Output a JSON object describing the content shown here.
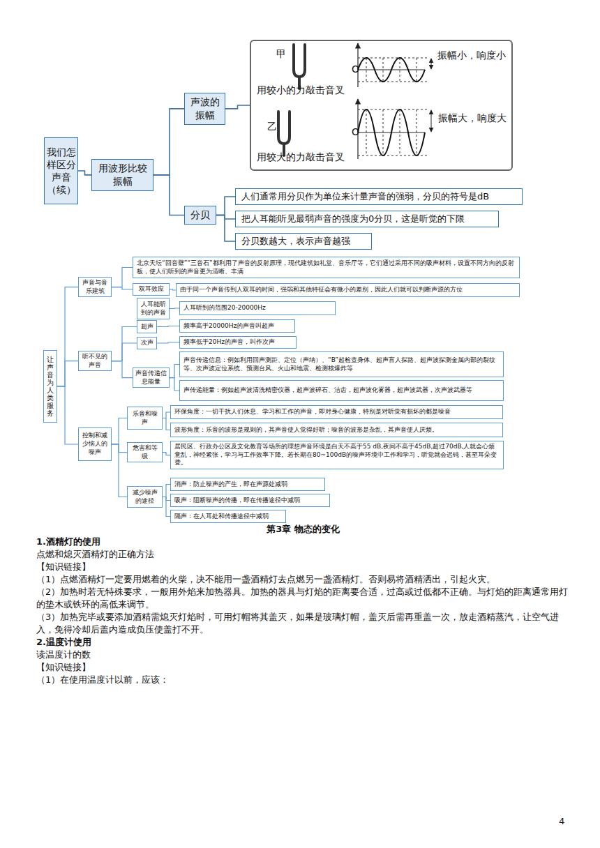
{
  "diagram": {
    "nodes": [
      {
        "text": [
          "我们怎样区分声音（续）"
        ]
      },
      {
        "text": [
          "用波形比较振幅"
        ]
      },
      {
        "text": [
          "声波的振幅"
        ]
      },
      {
        "text": [
          "甲",
          "用较小的力敲击音叉",
          "振幅小，响度小",
          "乙",
          "振幅大，响度大",
          "用较大的力敲击音叉"
        ]
      },
      {
        "text": [
          "分贝"
        ]
      },
      {
        "text": [
          "人们通常用分贝作为单位来计量声音的强弱，分贝的符号是dB"
        ]
      },
      {
        "text": [
          "把人耳能听见最弱声音的强度为0分贝，这是听觉的下限"
        ]
      },
      {
        "text": [
          "分贝数越大，表示声音越强"
        ]
      },
      {
        "text": [
          "让声音为人类服务"
        ]
      },
      {
        "text": [
          "声音与音乐建筑"
        ]
      },
      {
        "text": [
          "北京天坛“回音壁”“三音石”都利用了声音的反射原理，现代建筑如礼堂、音乐厅等，它们通过采用不同的吸声材料，设置不同方向的反射板，使人们听到的声音更为清晰、丰满"
        ]
      },
      {
        "text": [
          "双耳效应"
        ]
      },
      {
        "text": [
          "由于同一个声音传到人双耳的时间，强弱和其他特征会有微小的差别，因此人们就可以判断声源的方位"
        ]
      },
      {
        "text": [
          "人耳能听到的声音"
        ]
      },
      {
        "text": [
          "人耳听到的范围20-20000Hz"
        ]
      },
      {
        "text": [
          "听不见的声音"
        ]
      },
      {
        "text": [
          "超声"
        ]
      },
      {
        "text": [
          "频率高于20000Hz的声音叫超声"
        ]
      },
      {
        "text": [
          "次声"
        ]
      },
      {
        "text": [
          "频率低于20Hz的声音，叫作次声"
        ]
      },
      {
        "text": [
          "声音传递信息能量"
        ]
      },
      {
        "text": [
          "声音传递信息：例如利用回声测距、定位（声纳）、“B”超检查身体、超声盲人探路、超声波探测金属内部的裂纹等、次声波定位系统、预测台风、火山和地震、检测核爆炸等"
        ]
      },
      {
        "text": [
          "声传递能量：例如超声波清洗精密仪器，超声波碎石、洁齿，超声波化雾器，超声波武器，次声波武器等"
        ]
      },
      {
        "text": [
          "控制和减少恼人的噪声"
        ]
      },
      {
        "text": [
          "乐音和噪声"
        ]
      },
      {
        "text": [
          "环保角度：一切干扰人们休息、学习和工作的声音，即对身心健康，特别是对听觉有损坏的都是噪音"
        ]
      },
      {
        "text": [
          "波形角度：乐音的波形是规则的，其声音使人觉得好听；噪音的波形是杂乱，其声音使人厌烦。"
        ]
      },
      {
        "text": [
          "危害和等级"
        ]
      },
      {
        "text": [
          "居民区、行政办公区及文化教育等场所的理想声音环境是白天不高于55 dB,夜间不高于45dB,超过70dB,人就会心烦意乱，神经紧张，学习与工作效率下降。若长期在80~100dB的噪声环境中工作和学习，听觉就会迟钝，甚至耳朵变聋。"
        ]
      },
      {
        "text": [
          "减少噪声的途径"
        ]
      },
      {
        "text": [
          "消声：防止噪声的产生，即在声源处减弱"
        ]
      },
      {
        "text": [
          "吸声：阻断噪声的传播，即在传播途径中减弱"
        ]
      },
      {
        "text": [
          "隔声：在人耳处和传播途径中减弱"
        ]
      }
    ],
    "edges": [
      {
        "from": 0,
        "to": 1,
        "arrow": "none"
      },
      {
        "from": 1,
        "to": 2,
        "arrow": "none"
      },
      {
        "from": 1,
        "to": 4,
        "arrow": "none"
      },
      {
        "from": 2,
        "to": 3,
        "arrow": "none"
      },
      {
        "from": 4,
        "to": 5,
        "arrow": "none"
      },
      {
        "from": 4,
        "to": 6,
        "arrow": "none"
      },
      {
        "from": 4,
        "to": 7,
        "arrow": "none"
      },
      {
        "from": 8,
        "to": 9,
        "arrow": "none"
      },
      {
        "from": 8,
        "to": 15,
        "arrow": "none"
      },
      {
        "from": 8,
        "to": 23,
        "arrow": "none"
      },
      {
        "from": 9,
        "to": 10,
        "arrow": "none"
      },
      {
        "from": 9,
        "to": 11,
        "arrow": "none"
      },
      {
        "from": 11,
        "to": 12,
        "arrow": "none"
      },
      {
        "from": 13,
        "to": 14,
        "arrow": "none"
      },
      {
        "from": 15,
        "to": 16,
        "arrow": "none"
      },
      {
        "from": 15,
        "to": 18,
        "arrow": "none"
      },
      {
        "from": 15,
        "to": 20,
        "arrow": "none"
      },
      {
        "from": 16,
        "to": 17,
        "arrow": "none"
      },
      {
        "from": 18,
        "to": 19,
        "arrow": "none"
      },
      {
        "from": 20,
        "to": 21,
        "arrow": "none"
      },
      {
        "from": 20,
        "to": 22,
        "arrow": "none"
      },
      {
        "from": 23,
        "to": 24,
        "arrow": "none"
      },
      {
        "from": 23,
        "to": 27,
        "arrow": "none"
      },
      {
        "from": 23,
        "to": 29,
        "arrow": "none"
      },
      {
        "from": 24,
        "to": 25,
        "arrow": "none"
      },
      {
        "from": 24,
        "to": 26,
        "arrow": "none"
      },
      {
        "from": 27,
        "to": 28,
        "arrow": "none"
      },
      {
        "from": 29,
        "to": 30,
        "arrow": "none"
      },
      {
        "from": 29,
        "to": 31,
        "arrow": "none"
      },
      {
        "from": 29,
        "to": 32,
        "arrow": "none"
      }
    ],
    "labels": [
      "O",
      "O",
      "第3章 物态的变化",
      "1.酒精灯的使用",
      "点燃和熄灭酒精灯的正确方法",
      "【知识链接】",
      "（1）点燃酒精灯一定要用燃着的火柴，决不能用一盏酒精灯去点燃另一盏酒精灯。否则易将酒精洒出，引起火灾。",
      "（2）加热时若无特殊要求，一般用外焰来加热器具。加热的器具与灯焰的距离要合适，过高或过低都不正确。与灯焰的距离通常用灯的垫木或铁环的高低来调节。",
      "（3）加热完毕或要添加酒精需熄灭灯焰时，可用灯帽将其盖灭，如果是玻璃灯帽，盖灭后需再重盖一次，放走酒精蒸汽，让空气进入，免得冷却后盖内造成负压使盖打不开。",
      "2.温度计使用",
      "读温度计的数",
      "【知识链接】",
      "（1）在使用温度计以前，应该：",
      "4"
    ]
  }
}
